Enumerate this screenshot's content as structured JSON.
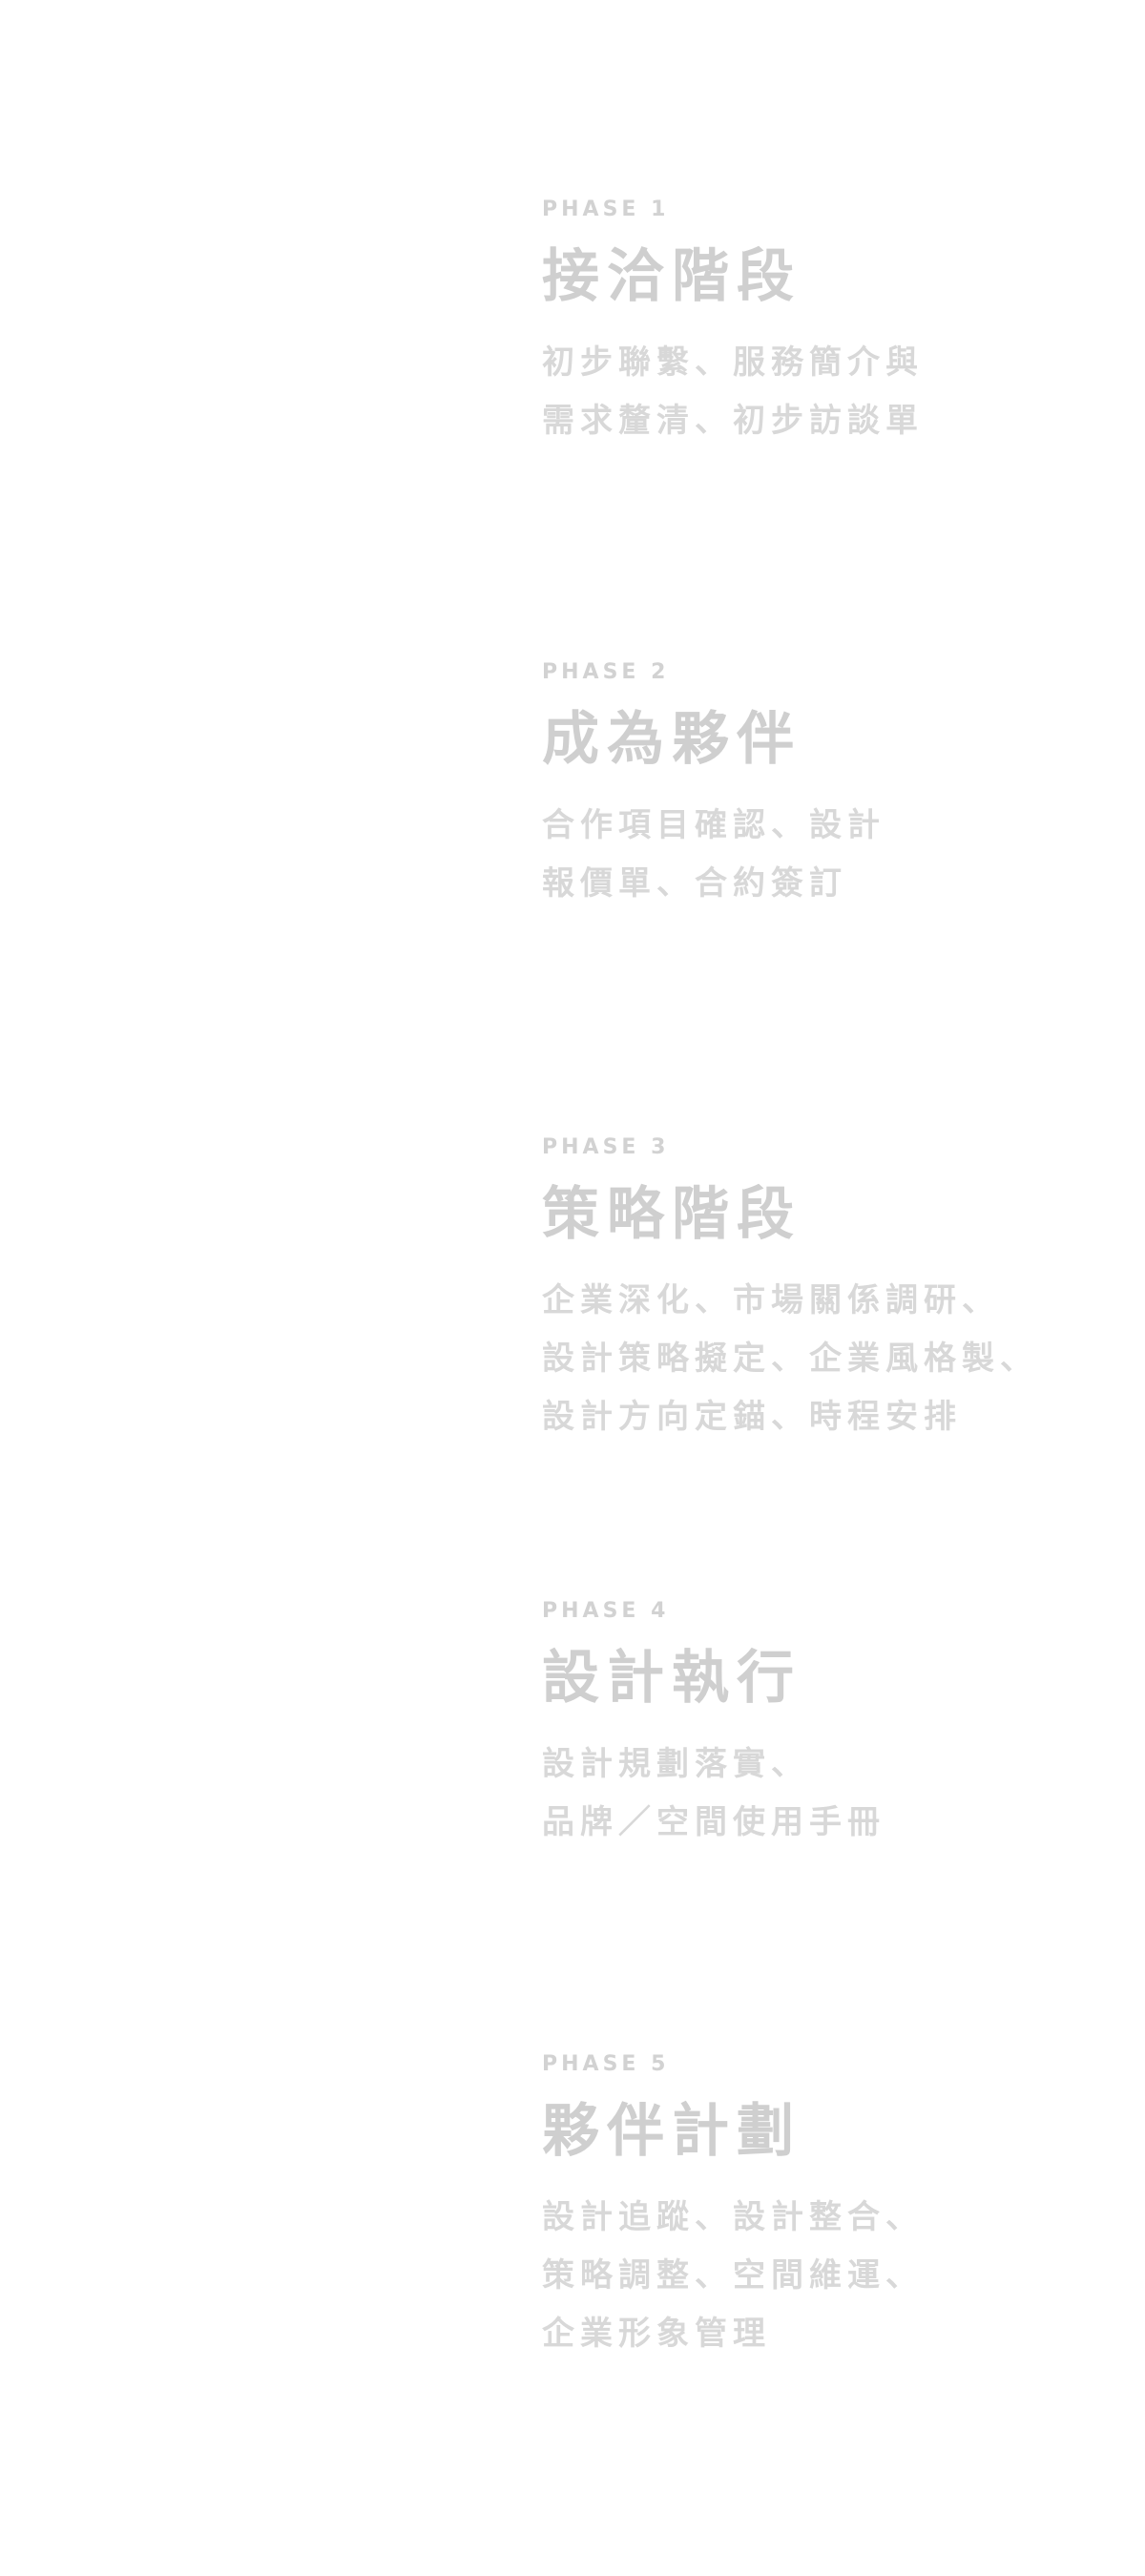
{
  "phases": [
    {
      "label": "PHASE 1",
      "title": "接洽階段",
      "lines": [
        "初步聯繫、服務簡介與",
        "需求釐清、初步訪談單"
      ]
    },
    {
      "label": "PHASE 2",
      "title": "成為夥伴",
      "lines": [
        "合作項目確認、設計",
        "報價單、合約簽訂"
      ]
    },
    {
      "label": "PHASE 3",
      "title": "策略階段",
      "lines": [
        "企業深化、市場關係調研、",
        "設計策略擬定、企業風格製、",
        "設計方向定錨、時程安排"
      ]
    },
    {
      "label": "PHASE 4",
      "title": "設計執行",
      "lines": [
        "設計規劃落實、",
        "品牌／空間使用手冊"
      ]
    },
    {
      "label": "PHASE 5",
      "title": "夥伴計劃",
      "lines": [
        "設計追蹤、設計整合、",
        "策略調整、空間維運、",
        "企業形象管理"
      ]
    }
  ],
  "colors": {
    "background": "#ffffff",
    "label": "#d2d2d2",
    "title": "#cfcfcf",
    "description": "#d8d8d8"
  }
}
